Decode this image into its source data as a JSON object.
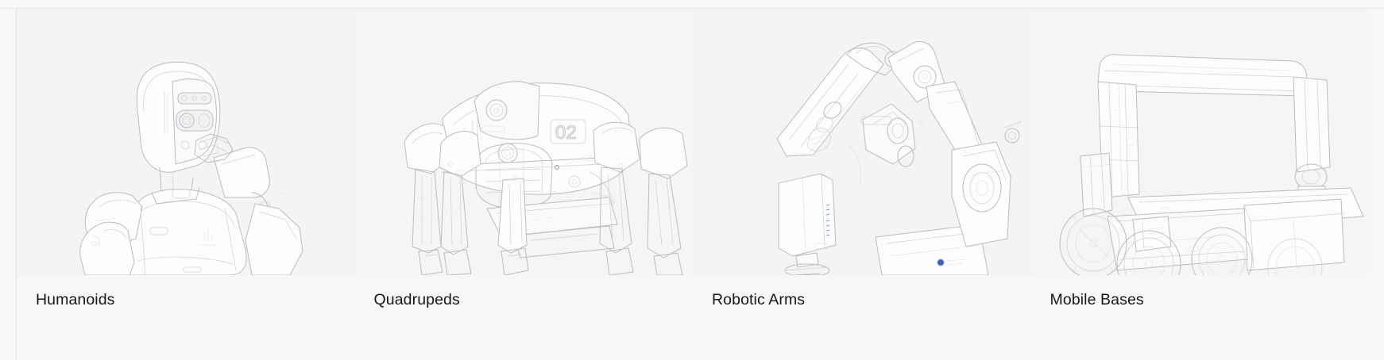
{
  "page": {
    "background_color": "#f7f7f7",
    "container_border_color": "#e3e3e3",
    "divider_color": "#e6e6e6"
  },
  "gallery": {
    "name": "robot-category-gallery",
    "columns": 4,
    "cards": [
      {
        "id": "humanoids",
        "label": "Humanoids",
        "illustration": "humanoid-robot-line-drawing",
        "media_background": "#f4f4f4",
        "markings": []
      },
      {
        "id": "quadrupeds",
        "label": "Quadrupeds",
        "illustration": "quadruped-robot-line-drawing",
        "media_background": "#f5f5f5",
        "markings": [
          "02"
        ]
      },
      {
        "id": "robotic-arms",
        "label": "Robotic Arms",
        "illustration": "robotic-arm-line-drawing",
        "media_background": "#f4f4f4",
        "markings": [],
        "accent_color": "#3b63c4"
      },
      {
        "id": "mobile-bases",
        "label": "Mobile Bases",
        "illustration": "mobile-base-robot-line-drawing",
        "media_background": "#f5f5f5",
        "markings": []
      }
    ]
  }
}
